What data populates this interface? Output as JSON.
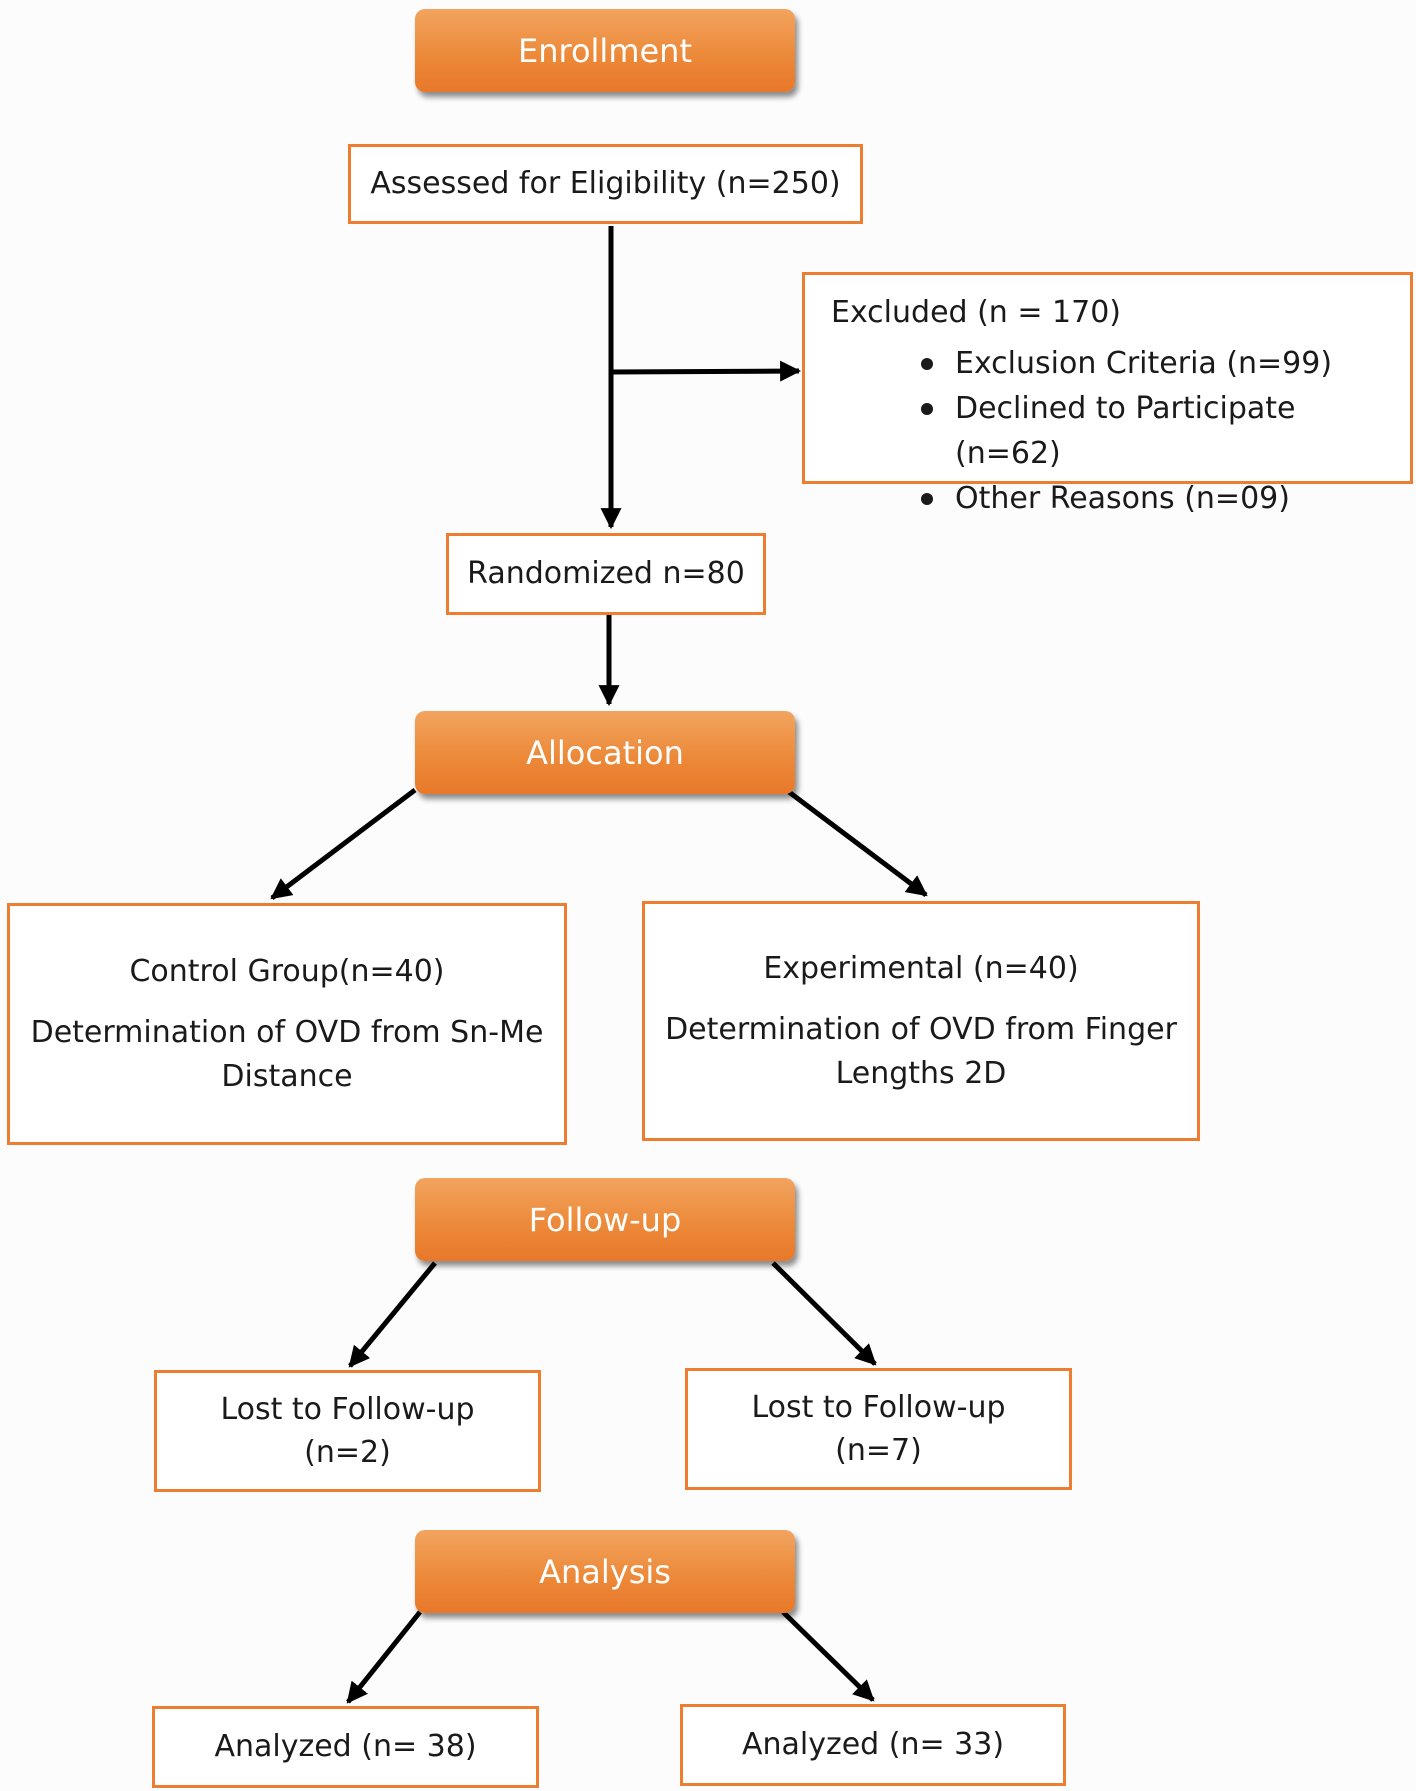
{
  "stages": {
    "enrollment": "Enrollment",
    "allocation": "Allocation",
    "follow_up": "Follow-up",
    "analysis": "Analysis"
  },
  "assessed": "Assessed for Eligibility (n=250)",
  "excluded": {
    "title": "Excluded (n = 170)",
    "reasons": [
      "Exclusion Criteria (n=99)",
      "Declined to Participate (n=62)",
      "Other Reasons (n=09)"
    ]
  },
  "randomized": "Randomized n=80",
  "control": {
    "title": "Control Group(n=40)",
    "method_line1": "Determination of OVD from Sn-Me",
    "method_line2": "Distance"
  },
  "experimental": {
    "title": "Experimental (n=40)",
    "method_line1": "Determination of OVD from Finger",
    "method_line2": "Lengths 2D"
  },
  "lost_control": {
    "line1": "Lost to Follow-up",
    "line2": "(n=2)"
  },
  "lost_experimental": {
    "line1": "Lost to Follow-up",
    "line2": "(n=7)"
  },
  "analyzed_control": "Analyzed (n= 38)",
  "analyzed_experimental": "Analyzed (n= 33)",
  "colors": {
    "accent": "#ed7d31",
    "stage_fill": "#ec8a3a",
    "stage_text": "#ffffff",
    "arrow": "#000000"
  }
}
